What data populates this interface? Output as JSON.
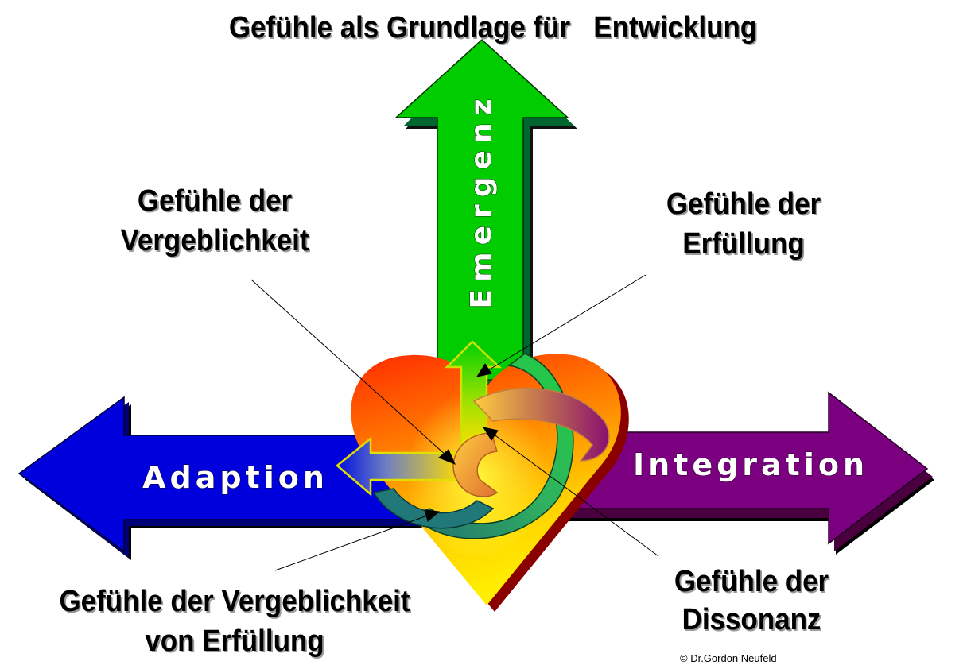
{
  "title": "Gefühle als Grundlage für   Entwicklung",
  "axes": {
    "up": {
      "label": "Emergenz",
      "color": "#00cc00"
    },
    "left": {
      "label": "Adaption",
      "color": "#0000dd"
    },
    "right": {
      "label": "Integration",
      "color": "#7a0080"
    }
  },
  "center": {
    "shape": "heart",
    "colors": [
      "#ff1a00",
      "#ffcc00"
    ]
  },
  "labels": {
    "futility": {
      "line1": "Gefühle der",
      "line2": "Vergeblichkeit"
    },
    "fulfilment": {
      "line1": "Gefühle der",
      "line2": "Erfüllung"
    },
    "futility_of_fulfilment": {
      "line1": "Gefühle der Vergeblichkeit",
      "line2": "von Erfüllung"
    },
    "dissonance": {
      "line1": "Gefühle der",
      "line2": "Dissonanz"
    }
  },
  "copyright": "© Dr.Gordon Neufeld"
}
